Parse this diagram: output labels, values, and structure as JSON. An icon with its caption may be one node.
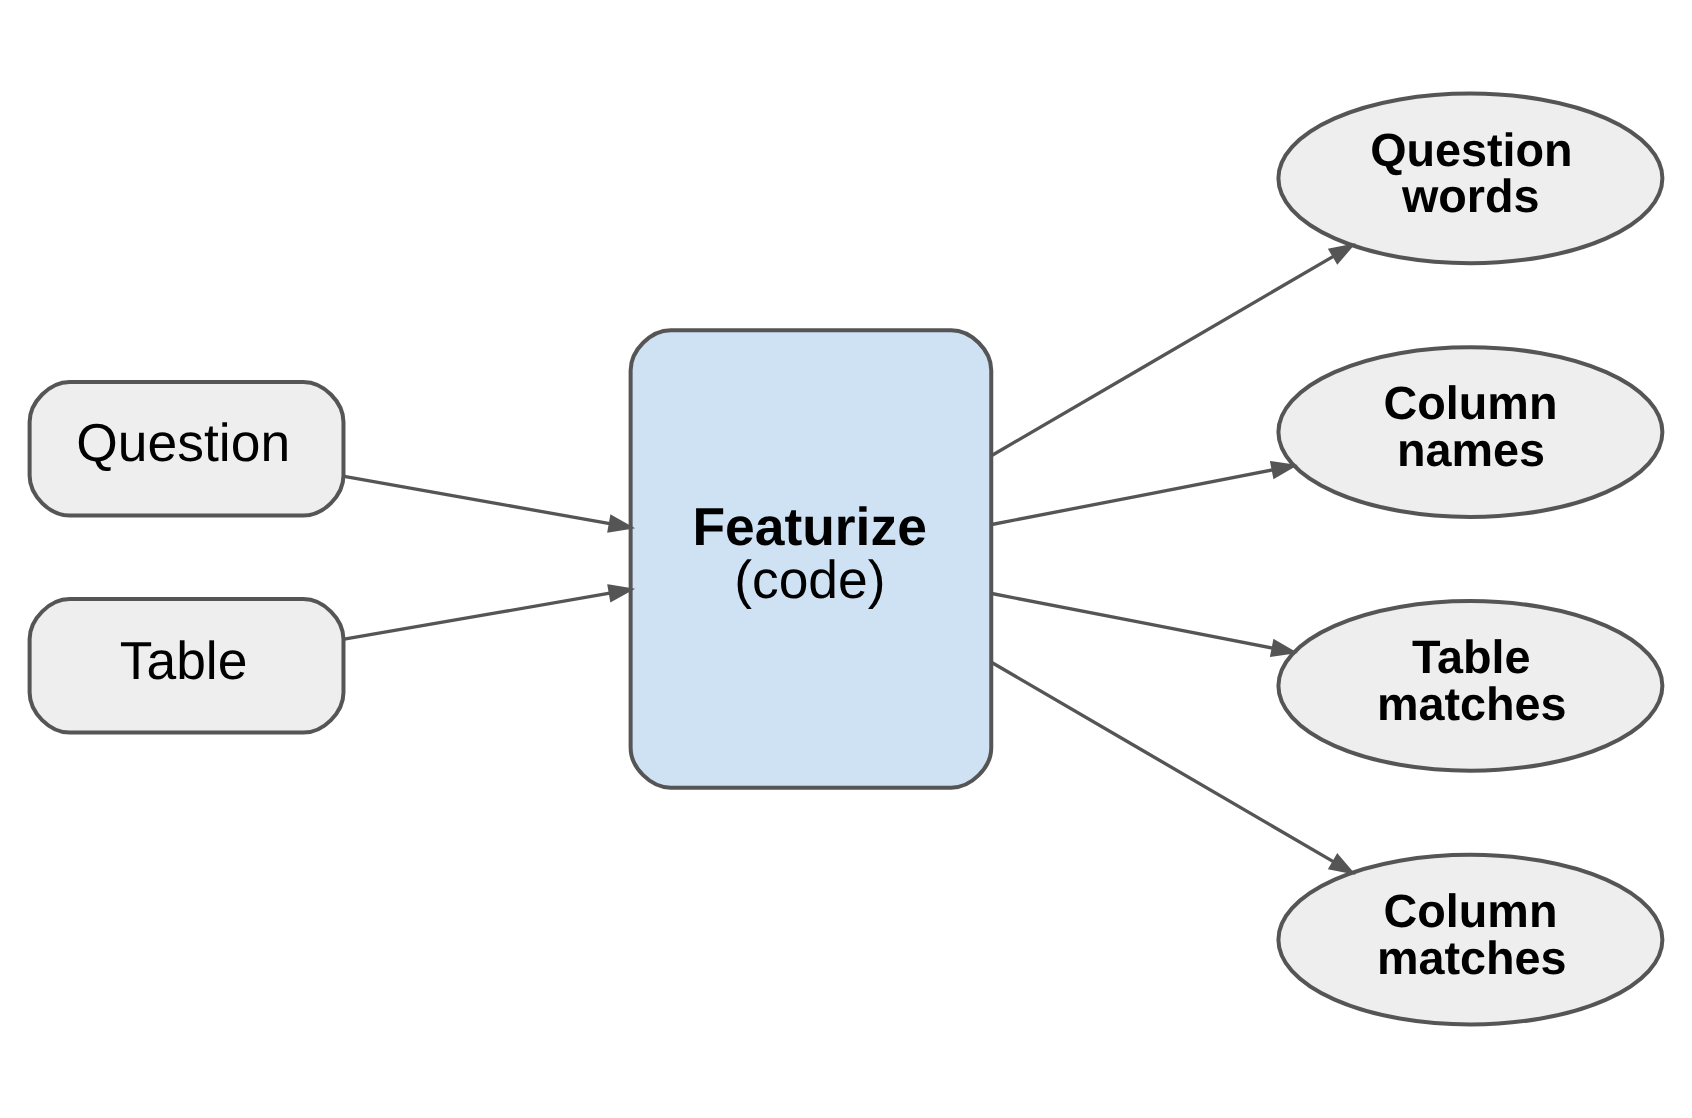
{
  "diagram": {
    "nodes": [
      {
        "text": [
          "Question"
        ]
      },
      {
        "text": [
          "Table"
        ]
      },
      {
        "text": [
          "Featurize",
          "(code)"
        ]
      },
      {
        "text": [
          "Question words"
        ]
      },
      {
        "text": [
          "Column names"
        ]
      },
      {
        "text": [
          "Table matches"
        ]
      },
      {
        "text": [
          "Column matches"
        ]
      }
    ],
    "edges": [
      {
        "from": 0,
        "to": 2,
        "arrow": "to"
      },
      {
        "from": 1,
        "to": 2,
        "arrow": "to"
      },
      {
        "from": 2,
        "to": 3,
        "arrow": "to"
      },
      {
        "from": 2,
        "to": 4,
        "arrow": "to"
      },
      {
        "from": 2,
        "to": 5,
        "arrow": "to"
      },
      {
        "from": 2,
        "to": 6,
        "arrow": "to"
      }
    ]
  }
}
